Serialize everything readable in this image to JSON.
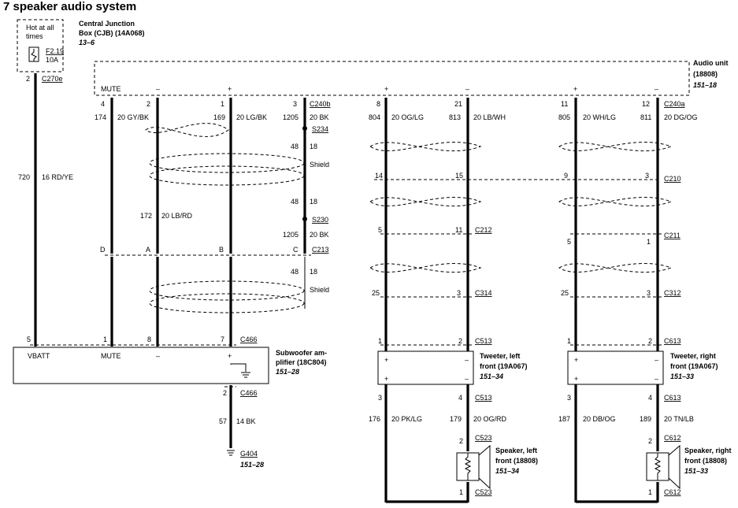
{
  "title": "7 speaker audio system",
  "cjb": {
    "hot_text_1": "Hot at all",
    "hot_text_2": "times",
    "fuse": "F2.19",
    "amps": "10A",
    "name_1": "Central Junction",
    "name_2": "Box (CJB) (14A068)",
    "ref": "13–6",
    "pin": "2",
    "connector": "C270e"
  },
  "audio_unit": {
    "name_1": "Audio unit",
    "name_2": "(18808)",
    "ref": "151–18",
    "mute": "MUTE",
    "minus": "–",
    "plus": "+",
    "conn_b": "C240b",
    "conn_a": "C240a"
  },
  "power_wire": {
    "circuit": "720",
    "spec": "16 RD/YE"
  },
  "top_pins": [
    {
      "pin": "4",
      "circuit": "174"
    },
    {
      "pin": "2",
      "circuit": "",
      "spec": "20 GY/BK"
    },
    {
      "pin": "1",
      "circuit": "169",
      "spec": "20 LG/BK"
    },
    {
      "pin": "3",
      "circuit": "1205",
      "spec": "20 BK"
    },
    {
      "pin": "8",
      "circuit": "804",
      "spec": "20 OG/LG"
    },
    {
      "pin": "21",
      "circuit": "813",
      "spec": "20 LB/WH"
    },
    {
      "pin": "11",
      "circuit": "805",
      "spec": "20 WH/LG"
    },
    {
      "pin": "12",
      "circuit": "811",
      "spec": "20 DG/OG"
    }
  ],
  "splices": {
    "s234": "S234",
    "s230": "S230",
    "s234_a": "48",
    "s234_b": "18",
    "shield": "Shield",
    "s230_a": "48",
    "s230_b": "18",
    "s230_c": "1205",
    "s230_d": "20 BK",
    "lower_a": "48",
    "lower_b": "18",
    "lower_shield": "Shield"
  },
  "lb_rd": {
    "circuit": "172",
    "spec": "20 LB/RD"
  },
  "c213": {
    "name": "C213",
    "pins": [
      "D",
      "A",
      "B",
      "C"
    ]
  },
  "c210": {
    "name": "C210",
    "pins": [
      "14",
      "15",
      "9",
      "3"
    ]
  },
  "c212": {
    "name": "C212",
    "pins": [
      "5",
      "11"
    ]
  },
  "c211": {
    "name": "C211",
    "pins": [
      "5",
      "1"
    ]
  },
  "c314": {
    "name": "C314",
    "pins": [
      "25",
      "3"
    ]
  },
  "c312": {
    "name": "C312",
    "pins": [
      "25",
      "3"
    ]
  },
  "subwoofer": {
    "connector": "C466",
    "pins": [
      "5",
      "1",
      "8",
      "7"
    ],
    "vbatt": "VBATT",
    "mute": "MUTE",
    "minus": "–",
    "plus": "+",
    "name_1": "Subwoofer am-",
    "name_2": "plifier (18C804)",
    "ref": "151–28",
    "out_pin": "2",
    "out_conn": "C466",
    "gnd_circuit": "57",
    "gnd_spec": "14 BK",
    "ground": "G404",
    "ground_ref": "151–28"
  },
  "tweeter_left": {
    "conn": "C513",
    "in_pins": [
      "1",
      "2"
    ],
    "name_1": "Tweeter, left",
    "name_2": "front (19A067)",
    "ref": "151–34",
    "out_pins": [
      "3",
      "4"
    ],
    "out_conn": "C513",
    "wire_a_circuit": "176",
    "wire_a_spec": "20 PK/LG",
    "wire_b_circuit": "179",
    "wire_b_spec": "20 OG/RD"
  },
  "tweeter_right": {
    "conn": "C613",
    "in_pins": [
      "1",
      "2"
    ],
    "name_1": "Tweeter, right",
    "name_2": "front (19A067)",
    "ref": "151–33",
    "out_pins": [
      "3",
      "4"
    ],
    "out_conn": "C613",
    "wire_a_circuit": "187",
    "wire_a_spec": "20 DB/OG",
    "wire_b_circuit": "189",
    "wire_b_spec": "20 TN/LB"
  },
  "speaker_left": {
    "conn": "C523",
    "top_pin": "2",
    "bottom_pin": "1",
    "name_1": "Speaker, left",
    "name_2": "front (18808)",
    "ref": "151–34"
  },
  "speaker_right": {
    "conn": "C612",
    "top_pin": "2",
    "bottom_pin": "1",
    "name_1": "Speaker, right",
    "name_2": "front (18808)",
    "ref": "151–33"
  }
}
